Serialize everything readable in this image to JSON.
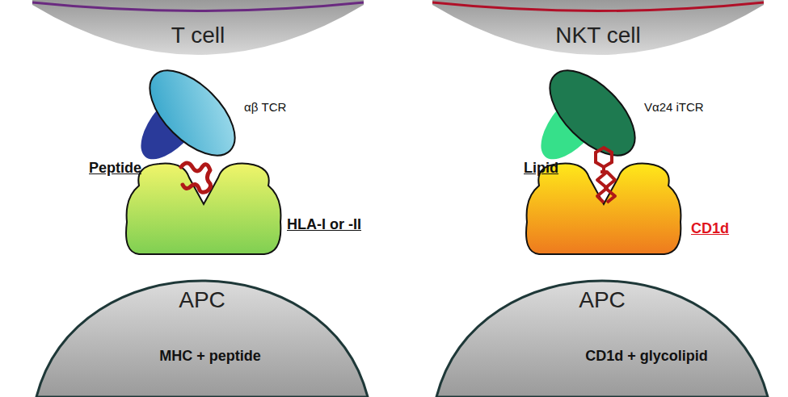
{
  "diagram": {
    "nodes": [
      {
        "text": [
          "T cell"
        ]
      },
      {
        "text": [
          "αβ TCR"
        ]
      },
      {
        "text": [
          "HLA-I or -II"
        ]
      },
      {
        "text": [
          "APC"
        ]
      },
      {
        "text": [
          "NKT cell"
        ]
      },
      {
        "text": [
          "Vα24 iTCR"
        ]
      },
      {
        "text": [
          "CD1d"
        ]
      },
      {
        "text": [
          "APC"
        ]
      }
    ],
    "labels": [
      "Peptide",
      "Lipid",
      "MHC + peptide",
      "CD1d + glycolipid"
    ]
  }
}
